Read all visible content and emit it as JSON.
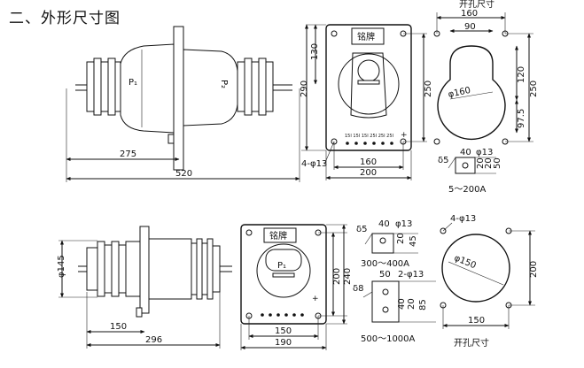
{
  "title": "二、外形尺寸图",
  "upper": {
    "side": {
      "p1": "P₁",
      "p2": "P₂",
      "dim_275": "275",
      "dim_520": "520"
    },
    "front": {
      "nameplate": "铭牌",
      "dim_130": "130",
      "dim_290": "290",
      "dim_250": "250",
      "dim_160": "160",
      "dim_200": "200",
      "hole": "4-φ13",
      "taps": "15I 15I 15I 25I 25I 25I"
    },
    "cutout": {
      "label": "开孔尺寸",
      "dim_160": "160",
      "dim_90": "90",
      "dim_120": "120",
      "dim_250": "250",
      "dim_975": "97.5",
      "dia": "φ160"
    },
    "terminal": {
      "d": "δ5",
      "dim_40": "40",
      "hole": "φ13",
      "dim_20a": "20",
      "dim_20b": "20",
      "dim_50": "50",
      "range": "5～200A"
    }
  },
  "lower": {
    "side": {
      "dia": "φ145",
      "dim_150": "150",
      "dim_296": "296"
    },
    "front": {
      "nameplate": "铭牌",
      "p1": "P₁",
      "dim_200": "200",
      "dim_240": "240",
      "dim_150": "150",
      "dim_190": "190"
    },
    "term1": {
      "d": "δ5",
      "dim_40": "40",
      "hole": "φ13",
      "dim_20": "20",
      "dim_45": "45",
      "range": "300～400A"
    },
    "term2": {
      "d": "δ8",
      "dim_50": "50",
      "hole": "2-φ13",
      "dim_40": "40",
      "dim_20": "20",
      "dim_85": "85",
      "range": "500～1000A"
    },
    "cutout": {
      "hole": "4-φ13",
      "dia": "φ150",
      "dim_200": "200",
      "dim_150": "150",
      "label": "开孔尺寸"
    }
  }
}
